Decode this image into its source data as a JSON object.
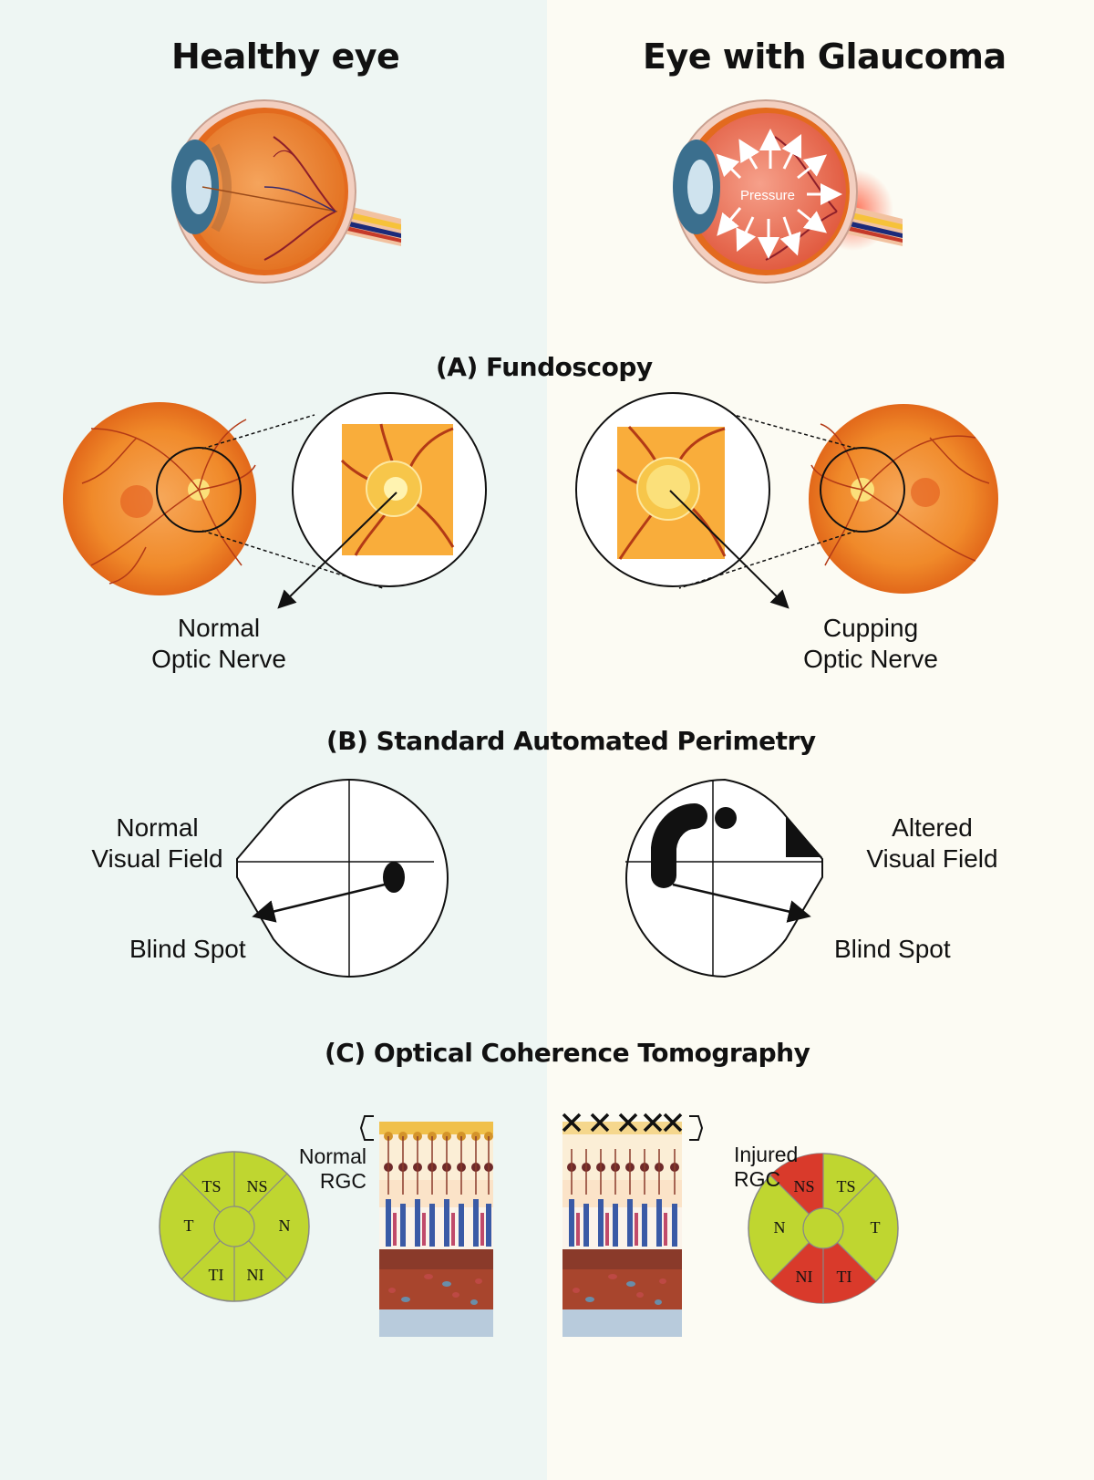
{
  "colors": {
    "left_background": "#eef6f3",
    "right_background": "#fcfbf3",
    "fundus_orange": "#f08a2a",
    "vessel_red": "#b33a16",
    "oct_green": "#bfd630",
    "oct_red": "#d93a2b"
  },
  "headings": {
    "healthy": "Healthy eye",
    "glaucoma": "Eye with Glaucoma"
  },
  "eye": {
    "pressure_label": "Pressure"
  },
  "fundoscopy": {
    "title": "(A) Fundoscopy",
    "normal_label": [
      "Normal",
      "Optic Nerve"
    ],
    "cupping_label": [
      "Cupping",
      "Optic Nerve"
    ]
  },
  "perimetry": {
    "title": "(B) Standard Automated Perimetry",
    "normal_label": [
      "Normal",
      "Visual Field"
    ],
    "altered_label": [
      "Altered",
      "Visual Field"
    ],
    "blind_spot_left": "Blind Spot",
    "blind_spot_right": "Blind Spot"
  },
  "oct": {
    "title": "(C) Optical Coherence Tomography",
    "normal_rgc": [
      "Normal",
      "RGC"
    ],
    "injured_rgc": [
      "Injured",
      "RGC"
    ],
    "left_sectors": {
      "ts": "TS",
      "ns": "NS",
      "t": "T",
      "n": "N",
      "ti": "TI",
      "ni": "NI"
    },
    "right_sectors": {
      "ns": "NS",
      "ts": "TS",
      "n": "N",
      "t": "T",
      "ni": "NI",
      "ti": "TI"
    },
    "right_sector_status": {
      "ns": "damaged",
      "ts": "normal",
      "n": "normal",
      "t": "normal",
      "ni": "damaged",
      "ti": "damaged"
    }
  }
}
